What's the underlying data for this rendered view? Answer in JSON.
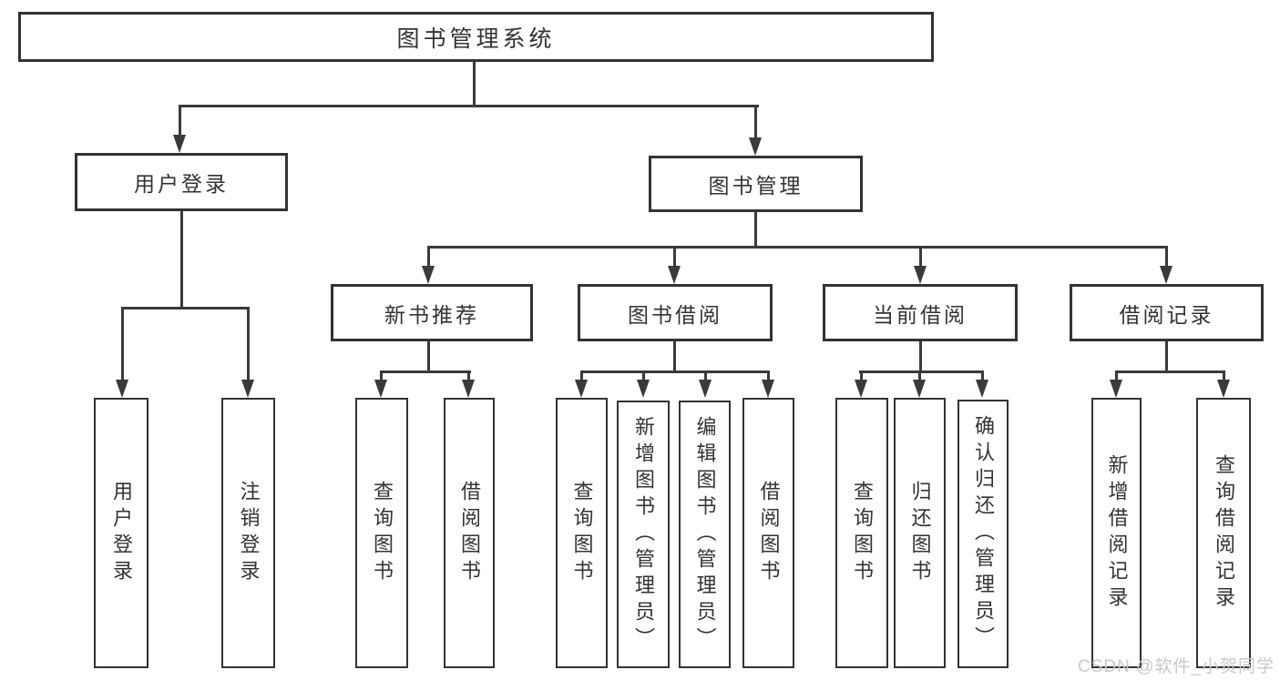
{
  "diagram": {
    "type": "tree-structure-chart",
    "title": "图书管理系统"
  },
  "nodes": {
    "root": {
      "label": "图书管理系统"
    },
    "user_login": {
      "label": "用户登录"
    },
    "book_mgmt": {
      "label": "图书管理"
    },
    "new_book_rec": {
      "label": "新书推荐"
    },
    "book_borrow": {
      "label": "图书借阅"
    },
    "current_borrow": {
      "label": "当前借阅"
    },
    "borrow_record": {
      "label": "借阅记录"
    },
    "ul_user_login": {
      "label": "用户登录"
    },
    "ul_logout": {
      "label": "注销登录"
    },
    "nb_query_book": {
      "label": "查询图书"
    },
    "nb_borrow_book": {
      "label": "借阅图书"
    },
    "bb_query_book": {
      "label": "查询图书"
    },
    "bb_add_book": {
      "label": "新增图书（管理员）"
    },
    "bb_edit_book": {
      "label": "编辑图书（管理员）"
    },
    "bb_borrow_book": {
      "label": "借阅图书"
    },
    "cb_query_book": {
      "label": "查询图书"
    },
    "cb_return_book": {
      "label": "归还图书"
    },
    "cb_confirm_return": {
      "label": "确认归还（管理员）"
    },
    "br_add_record": {
      "label": "新增借阅记录"
    },
    "br_query_record": {
      "label": "查询借阅记录"
    }
  },
  "tree": {
    "root": {
      "user_login": [
        "ul_user_login",
        "ul_logout"
      ],
      "book_mgmt": {
        "new_book_rec": [
          "nb_query_book",
          "nb_borrow_book"
        ],
        "book_borrow": [
          "bb_query_book",
          "bb_add_book",
          "bb_edit_book",
          "bb_borrow_book"
        ],
        "current_borrow": [
          "cb_query_book",
          "cb_return_book",
          "cb_confirm_return"
        ],
        "borrow_record": [
          "br_add_record",
          "br_query_record"
        ]
      }
    }
  },
  "colors": {
    "line": "#3a3a3a",
    "box_border": "#333333",
    "box_fill": "#ffffff",
    "background": "#ffffff",
    "watermark": "#c9c9c9"
  },
  "watermark": {
    "text": "CSDN @软件_小贺同学"
  }
}
